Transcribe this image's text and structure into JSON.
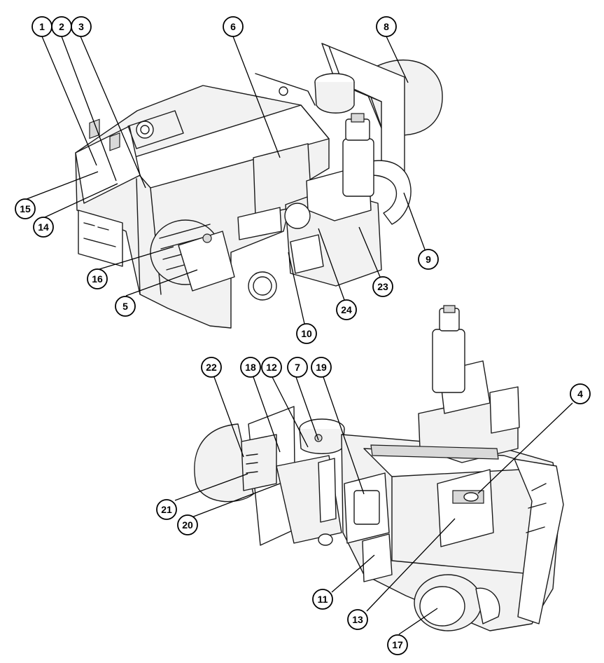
{
  "colors": {
    "line": "#1a1a1a",
    "body": "#f2f2f2",
    "shade": "#d9d9d9",
    "background": "#ffffff"
  },
  "callouts": {
    "c1": "1",
    "c2": "2",
    "c3": "3",
    "c4": "4",
    "c5": "5",
    "c6": "6",
    "c7": "7",
    "c8": "8",
    "c9": "9",
    "c10": "10",
    "c11": "11",
    "c12": "12",
    "c13": "13",
    "c14": "14",
    "c15": "15",
    "c16": "16",
    "c17": "17",
    "c18": "18",
    "c19": "19",
    "c20": "20",
    "c21": "21",
    "c22": "22",
    "c23": "23",
    "c24": "24"
  }
}
